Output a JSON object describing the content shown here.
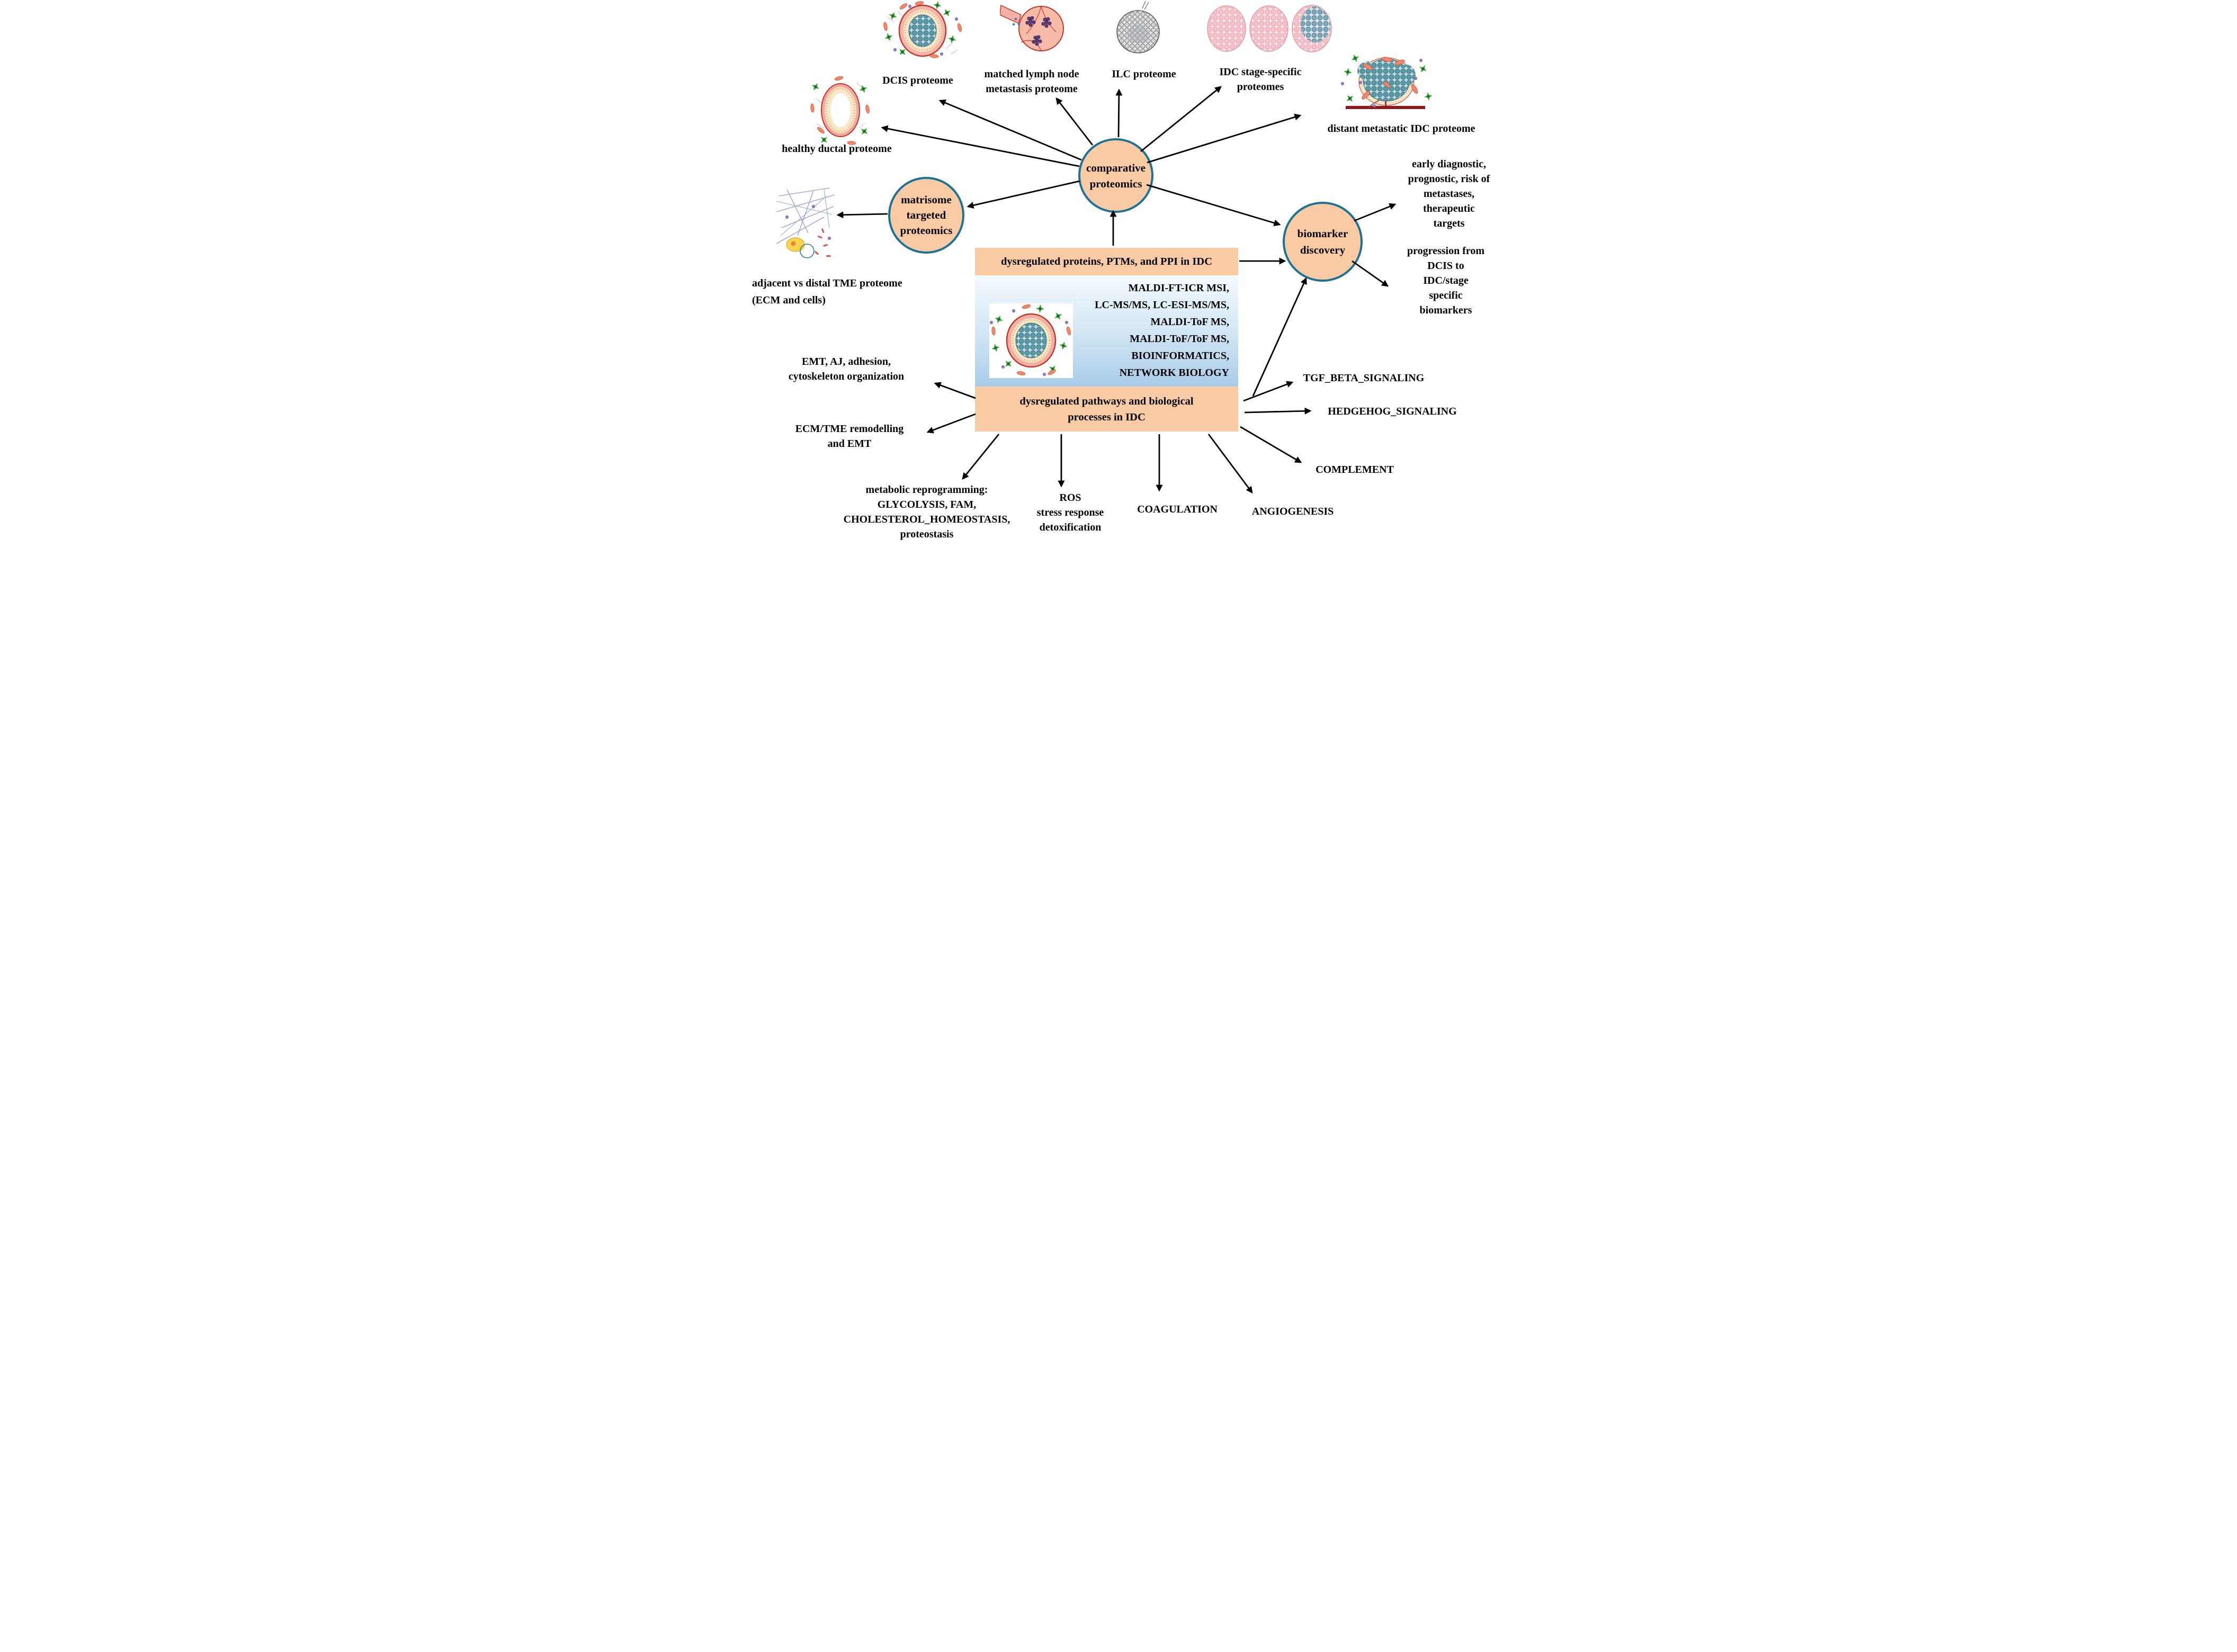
{
  "nodes": {
    "comparative": [
      "comparative",
      "proteomics"
    ],
    "matrisome": [
      "matrisome",
      "targeted",
      "proteomics"
    ],
    "biomarker": [
      "biomarker",
      "discovery"
    ]
  },
  "center_box": {
    "header": "dysregulated proteins, PTMs, and PPI in IDC",
    "methods": [
      "MALDI-FT-ICR MSI,",
      "LC-MS/MS, LC-ESI-MS/MS,",
      "MALDI-ToF MS,",
      "MALDI-ToF/ToF MS,",
      "BIOINFORMATICS,",
      "NETWORK BIOLOGY"
    ],
    "footer": [
      "dysregulated pathways and biological",
      "processes in IDC"
    ]
  },
  "proteome_labels": {
    "dcis": "DCIS proteome",
    "lymph": [
      "matched lymph node",
      "metastasis proteome"
    ],
    "ilc": "ILC proteome",
    "idc_stage": [
      "IDC stage-specific",
      "proteomes"
    ],
    "distant": "distant metastatic IDC proteome",
    "healthy": "healthy ductal proteome",
    "tme": [
      "adjacent vs distal TME proteome",
      "(ECM and cells)"
    ]
  },
  "biomarker_outcomes": {
    "clinical": [
      "early diagnostic,",
      "prognostic, risk of",
      "metastases,",
      "therapeutic",
      "targets"
    ],
    "progression": [
      "progression from",
      "DCIS to",
      "IDC/stage",
      "specific",
      "biomarkers"
    ]
  },
  "pathway_labels": {
    "emt": [
      "EMT, AJ, adhesion,",
      "cytoskeleton organization"
    ],
    "ecm": [
      "ECM/TME remodelling",
      "and EMT"
    ],
    "metabolic": [
      "metabolic reprogramming:",
      "GLYCOLYSIS, FAM,",
      "CHOLESTEROL_HOMEOSTASIS,",
      "proteostasis"
    ],
    "ros": [
      "ROS",
      "stress response",
      "detoxification"
    ],
    "coagulation": "COAGULATION",
    "angiogenesis": "ANGIOGENESIS",
    "complement": "COMPLEMENT",
    "tgf": "TGF_BETA_SIGNALING",
    "hedgehog": "HEDGEHOG_SIGNALING"
  },
  "illustrations": {
    "dcis": "dcis-duct-illustration",
    "healthy": "healthy-duct-illustration",
    "lymph": "lymph-node-metastasis-illustration",
    "ilc": "ilc-tumor-illustration",
    "idc_stage": "idc-stage-specific-illustration",
    "distant": "distant-metastatic-tumor-illustration",
    "tme": "ecm-tme-matrix-illustration",
    "central": "idc-tumor-illustration"
  },
  "colors": {
    "node_fill": "#F9CBA4",
    "node_border": "#1D7195",
    "bar_fill": "#F9CBA4",
    "panel_top": "#F4FAFD",
    "panel_mid": "#D7E9F6",
    "panel_bottom": "#A9CCE9",
    "arrow": "#000000",
    "text": "#000000"
  }
}
